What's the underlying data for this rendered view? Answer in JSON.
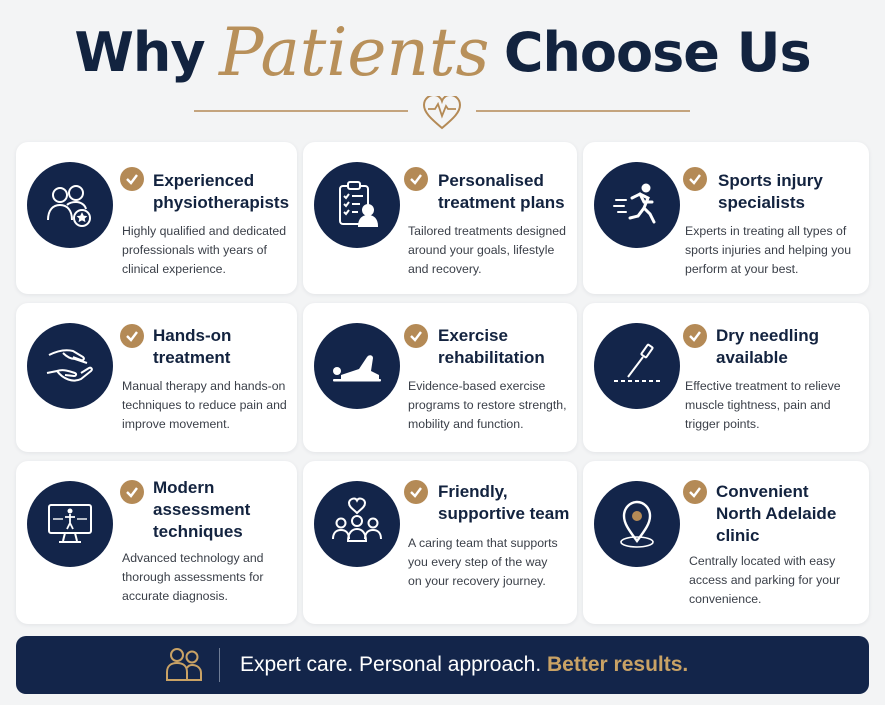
{
  "header": {
    "title_part1": "Why",
    "title_script": "Patients",
    "title_part2": "Choose Us"
  },
  "colors": {
    "navy": "#13254a",
    "gold": "#b48a56",
    "background": "#f3f4f5",
    "card": "#ffffff"
  },
  "features": [
    {
      "icon": "physiotherapists-icon",
      "title": "Experienced\nphysiotherapists",
      "desc": "Highly qualified and dedicated\nprofessionals with years of\nclinical experience."
    },
    {
      "icon": "clipboard-plan-icon",
      "title": "Personalised\ntreatment plans",
      "desc": "Tailored treatments designed\naround your goals, lifestyle\nand recovery."
    },
    {
      "icon": "running-person-icon",
      "title": "Sports injury\nspecialists",
      "desc": "Experts in treating all types of\nsports injuries and helping you\nperform at your best."
    },
    {
      "icon": "hands-on-icon",
      "title": "Hands-on\ntreatment",
      "desc": "Manual therapy and hands-on\ntechniques to reduce pain and\nimprove movement."
    },
    {
      "icon": "exercise-icon",
      "title": "Exercise\nrehabilitation",
      "desc": "Evidence-based exercise\nprograms to restore strength,\nmobility and function."
    },
    {
      "icon": "dry-needle-icon",
      "title": "Dry needling\navailable",
      "desc": "Effective treatment to relieve\nmuscle tightness, pain and\ntrigger points."
    },
    {
      "icon": "monitor-assessment-icon",
      "title": "Modern\nassessment\ntechniques",
      "desc": "Advanced technology and\nthorough assessments for\naccurate diagnosis."
    },
    {
      "icon": "team-heart-icon",
      "title": "Friendly,\nsupportive team",
      "desc": "A caring team that supports\nyou every step of the way\non your recovery journey."
    },
    {
      "icon": "location-pin-icon",
      "title": "Convenient\nNorth Adelaide\nclinic",
      "desc": "Centrally located with easy\naccess and parking for your\nconvenience."
    }
  ],
  "banner": {
    "icon": "people-icon",
    "text_main": "Expert care. Personal approach. ",
    "text_accent": "Better results."
  }
}
